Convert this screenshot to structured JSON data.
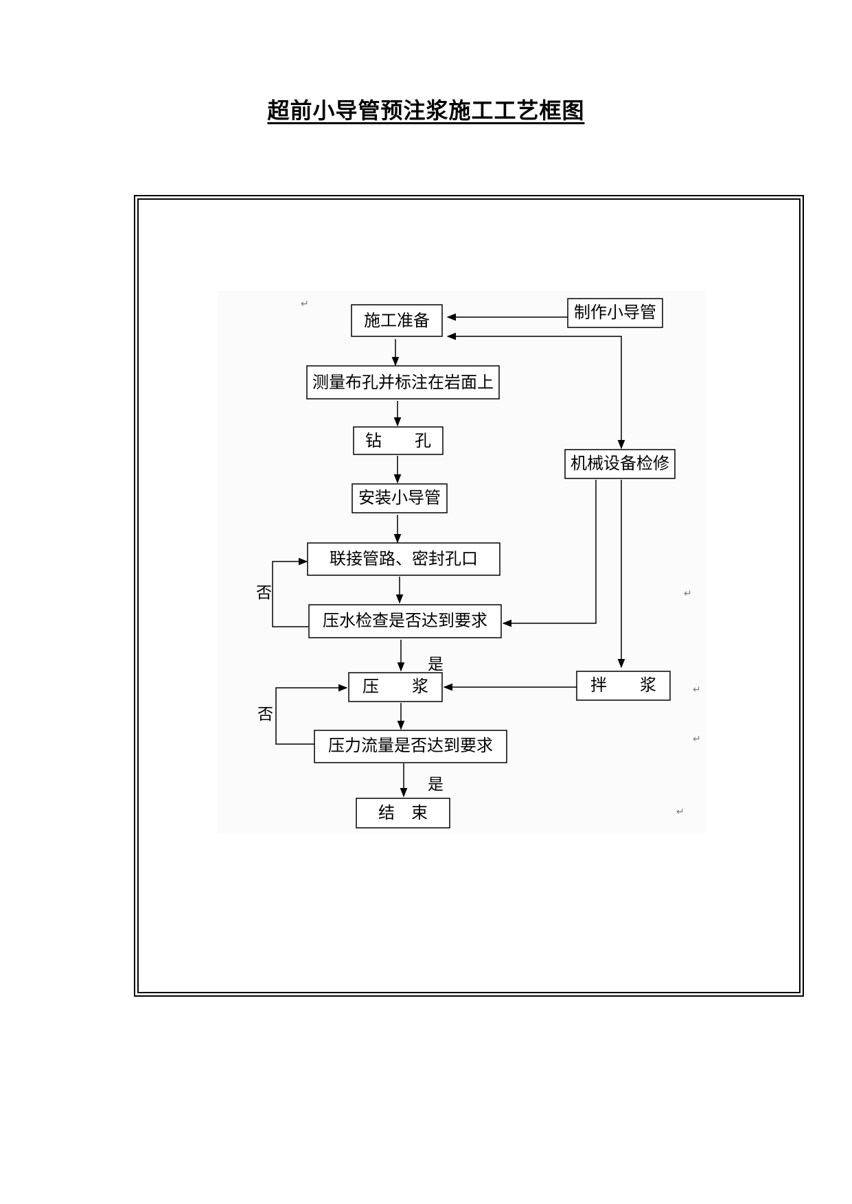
{
  "title": "超前小导管预注浆施工工艺框图",
  "nodes": {
    "prep": "施工准备",
    "make_pipe": "制作小导管",
    "measure": "测量布孔并标注在岩面上",
    "drill": "钻　　孔",
    "install": "安装小导管",
    "connect": "联接管路、密封孔口",
    "water_test": "压水检查是否达到要求",
    "maintain": "机械设备检修",
    "grout": "压　　浆",
    "mix": "拌　　浆",
    "pressure_check": "压力流量是否达到要求",
    "end": "结　束"
  },
  "labels": {
    "no": "否",
    "yes": "是"
  },
  "mark": "↵"
}
